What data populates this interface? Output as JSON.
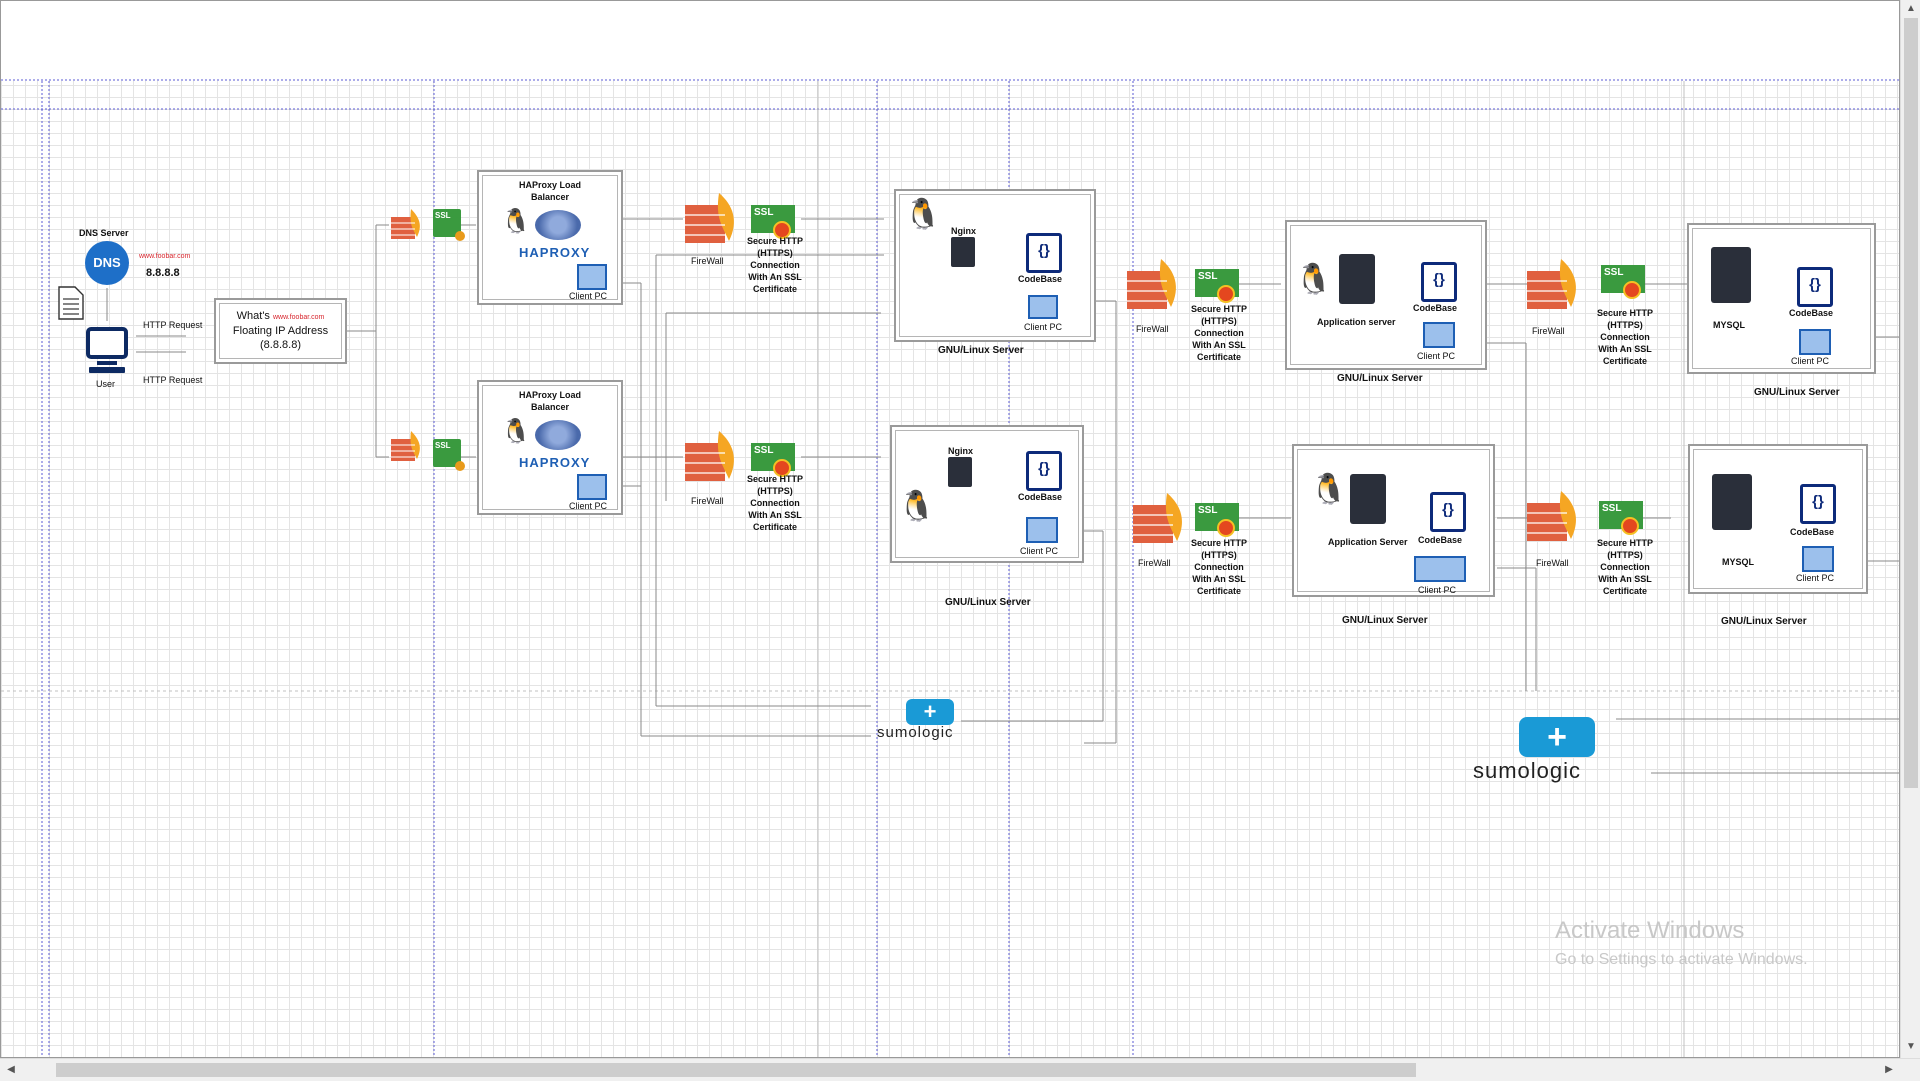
{
  "dns": {
    "title": "DNS Server",
    "badge": "DNS",
    "url": "www.foobar.com",
    "ip": "8.8.8.8"
  },
  "user": {
    "label": "User"
  },
  "http": {
    "request1": "HTTP Request",
    "request2": "HTTP Request"
  },
  "floating": {
    "line1": "What's",
    "url": "www.foobar.com",
    "line2": "Floating IP Address",
    "line3": "(8.8.8.8)"
  },
  "ssl_badge": "SSL",
  "haproxy": {
    "title1": "HAProxy Load",
    "title2": "Balancer",
    "logo": "HAPROXY",
    "client": "Client PC"
  },
  "firewall": "FireWall",
  "https": {
    "l1": "Secure HTTP",
    "l2": "(HTTPS)",
    "l3": "Connection",
    "l4": "With An SSL",
    "l5": "Certificate"
  },
  "nginx": "Nginx",
  "codebase": "CodeBase",
  "client_pc": "Client PC",
  "gnu": "GNU/Linux Server",
  "app_server_top": "Application server",
  "app_server_bottom": "Application Server",
  "mysql": "MYSQL",
  "sumo": "sumologic",
  "watermark": {
    "title": "Activate Windows",
    "subtitle": "Go to Settings to activate Windows."
  },
  "colors": {
    "accent": "#1e5fb4",
    "sumo": "#1a9ad6",
    "firewall": "#d9532a",
    "ssl": "#3a9a3f",
    "grid": "#e4e4e4",
    "swimlane": "#5b5bd6"
  }
}
